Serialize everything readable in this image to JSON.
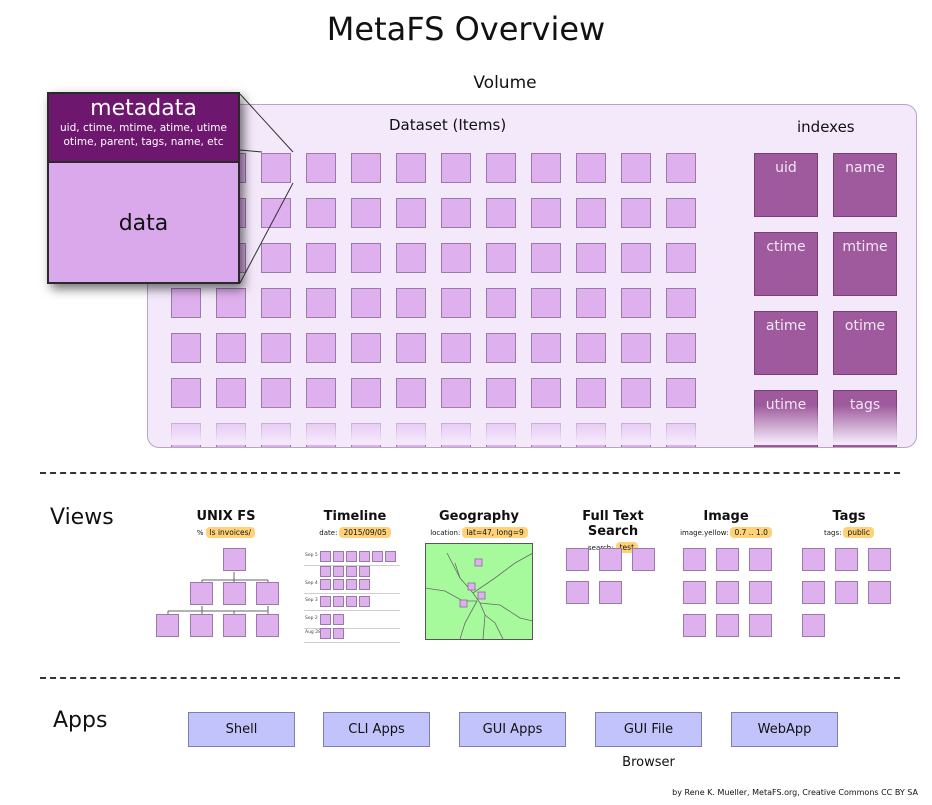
{
  "title": "MetaFS Overview",
  "volume": {
    "label": "Volume",
    "dataset_label": "Dataset (Items)",
    "indexes_label": "indexes",
    "indexes": [
      "uid",
      "name",
      "ctime",
      "mtime",
      "atime",
      "otime",
      "utime",
      "tags"
    ]
  },
  "item_card": {
    "metadata_title": "metadata",
    "metadata_line1": "uid, ctime, mtime, atime, utime",
    "metadata_line2": "otime, parent, tags, name, etc",
    "data_label": "data"
  },
  "views": {
    "label": "Views",
    "items": [
      {
        "title": "UNIX FS",
        "query_label": "%",
        "query_value": "ls invoices/"
      },
      {
        "title": "Timeline",
        "query_label": "date:",
        "query_value": "2015/09/05"
      },
      {
        "title": "Geography",
        "query_label": "location:",
        "query_value": "lat=47, long=9"
      },
      {
        "title": "Full Text Search",
        "query_label": "search:",
        "query_value": "test"
      },
      {
        "title": "Image",
        "query_label": "image.yellow:",
        "query_value": "0.7 .. 1.0"
      },
      {
        "title": "Tags",
        "query_label": "tags:",
        "query_value": "public"
      }
    ],
    "timeline_dates": [
      "Sep 5",
      "Sep 4",
      "Sep 3",
      "Sep 2",
      "Aug 28"
    ]
  },
  "apps": {
    "label": "Apps",
    "items": [
      "Shell",
      "CLI Apps",
      "GUI Apps",
      "GUI File Browser",
      "WebApp"
    ]
  },
  "credit": "by Rene K. Mueller, MetaFS.org, Creative Commons CC BY SA",
  "colors": {
    "item_fill": "#dfb0ee",
    "index_fill": "#9e5a9c",
    "metadata_header": "#6e176f",
    "volume_bg": "#f4e9fb",
    "query_pill": "#ffd27a",
    "map_bg": "#a6fa9c",
    "app_fill": "#c2c3fb"
  }
}
